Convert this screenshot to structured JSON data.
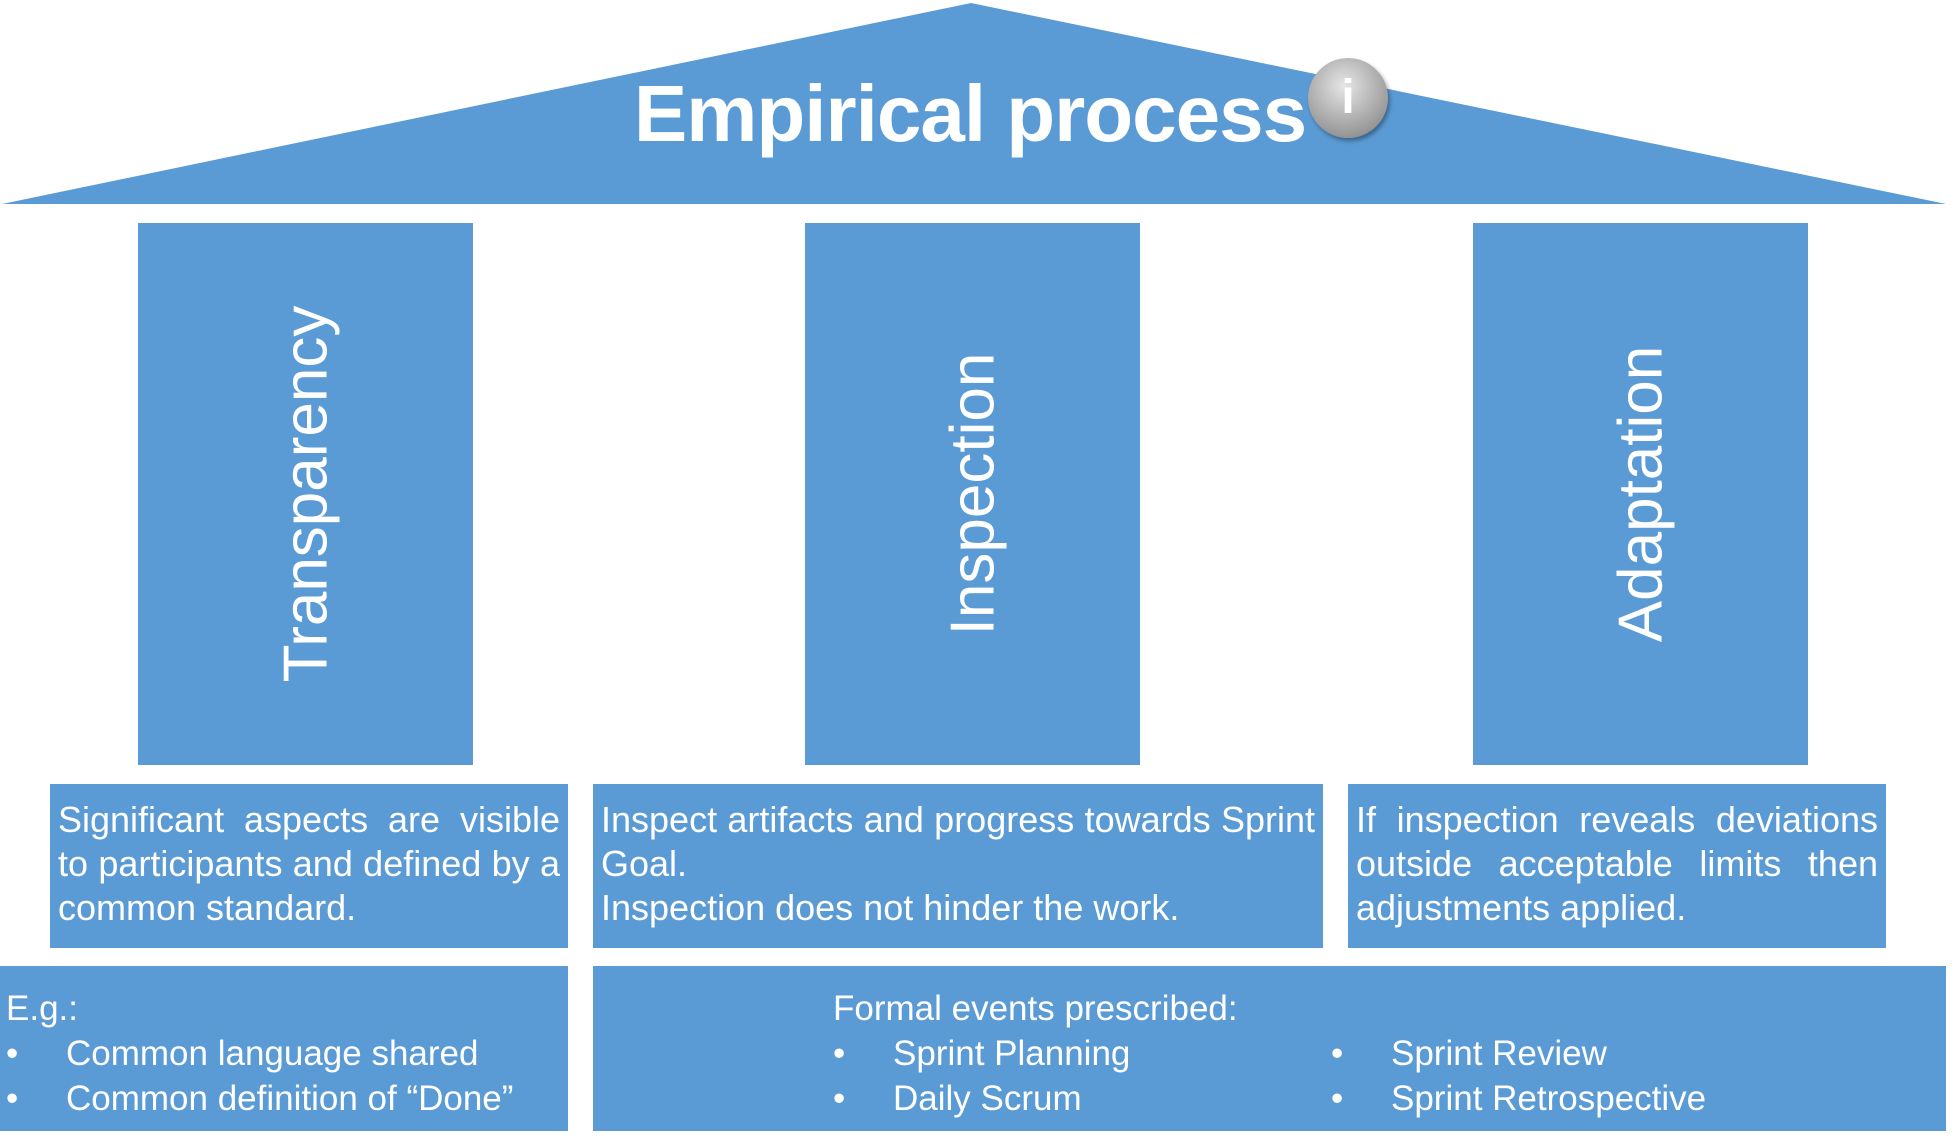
{
  "colors": {
    "primary_blue": "#5b9bd5",
    "text": "#ffffff",
    "info_badge": "#a9a9a9"
  },
  "roof": {
    "title": "Empirical process",
    "info_icon_glyph": "i"
  },
  "pillars": [
    {
      "label": "Transparency"
    },
    {
      "label": "Inspection"
    },
    {
      "label": "Adaptation"
    }
  ],
  "descriptions": [
    {
      "lines": [
        "Significant aspects are visible to participants and defined by a common standard."
      ]
    },
    {
      "lines": [
        "Inspect artifacts and progress towards Sprint Goal.",
        "Inspection does not hinder the work."
      ]
    },
    {
      "lines": [
        "If inspection reveals deviations outside acceptable limits then adjustments applied."
      ]
    }
  ],
  "examples": {
    "heading": "E.g.:",
    "bullet": "•",
    "items": [
      "Common language shared",
      "Common definition of “Done”"
    ]
  },
  "events": {
    "heading": "Formal events prescribed:",
    "bullet": "•",
    "items": [
      "Sprint Planning",
      "Daily Scrum",
      "Sprint Review",
      "Sprint Retrospective"
    ]
  }
}
